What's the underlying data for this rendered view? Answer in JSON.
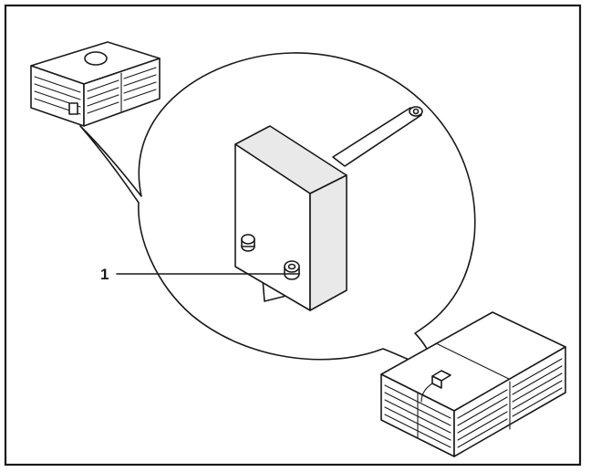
{
  "figure": {
    "callouts": [
      {
        "number": "1",
        "target": "sensor-terminal"
      }
    ],
    "colors": {
      "ink": "#1a1a1a",
      "background": "#ffffff"
    },
    "parts": [
      "battery-pack-small",
      "battery-pack-large",
      "temperature-sensor",
      "detail-magnifier"
    ]
  }
}
